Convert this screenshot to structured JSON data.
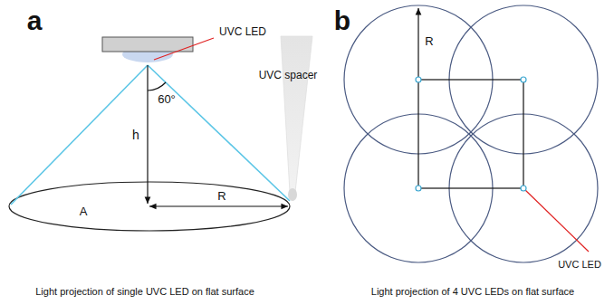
{
  "diagram": {
    "labels": [
      "a",
      "UVC LED",
      "60°",
      "h",
      "A",
      "R",
      "UVC spacer",
      "b",
      "R",
      "UVC LED",
      "Light projection of single UVC LED on flat surface",
      "Light projection of 4 UVC LEDs on flat surface"
    ]
  }
}
